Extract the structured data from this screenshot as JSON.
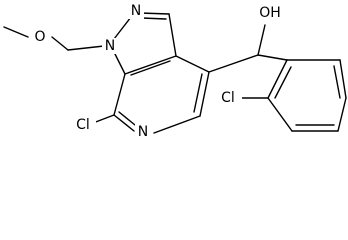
{
  "molecule": {
    "atoms": {
      "n1": "N",
      "n2": "N",
      "oh": "OH",
      "o_ether": "O",
      "cl_ring": "Cl",
      "n_pyridine": "N",
      "cl_phenyl": "Cl"
    }
  }
}
